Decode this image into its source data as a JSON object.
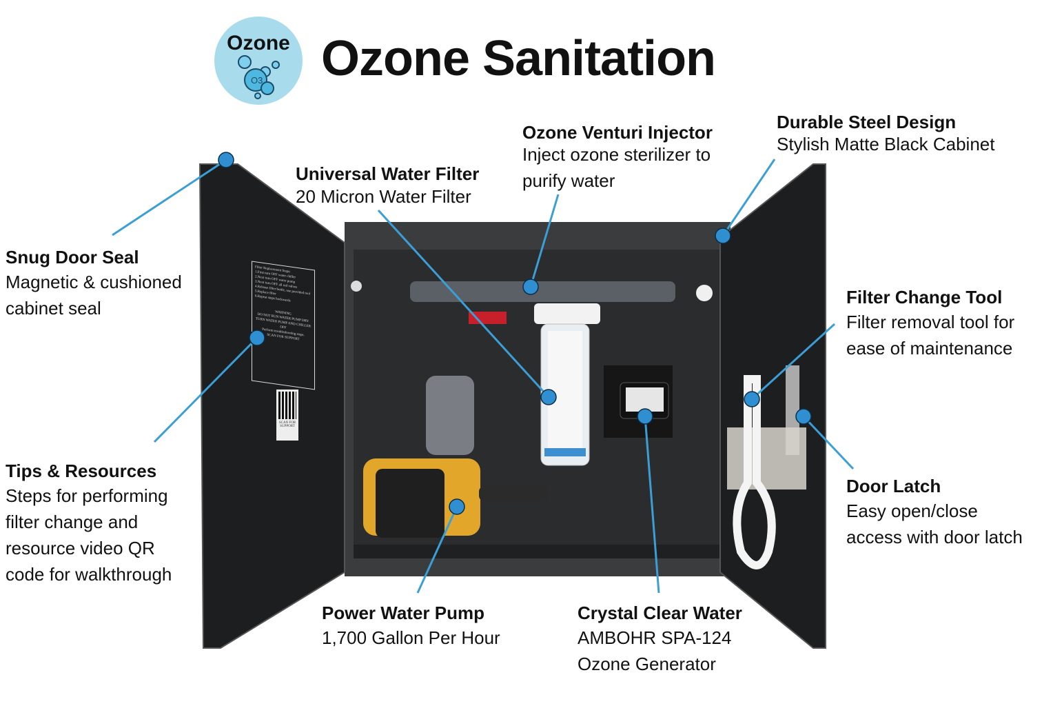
{
  "header": {
    "title": "Ozone Sanitation",
    "logo": {
      "text": "Ozone",
      "subscript": "O3",
      "color": "#a8dcec"
    }
  },
  "accent": "#3b9fd6",
  "callouts": [
    {
      "id": "door-seal",
      "title": "Snug Door Seal",
      "lines": [
        "Magnetic & cushioned",
        "cabinet seal"
      ]
    },
    {
      "id": "tips",
      "title": "Tips & Resources",
      "lines": [
        "Steps for performing",
        "filter change and",
        "resource video QR",
        "code for walkthrough"
      ]
    },
    {
      "id": "water-filter",
      "title": "Universal Water Filter",
      "lines": [
        "20 Micron Water Filter"
      ]
    },
    {
      "id": "venturi",
      "title": "Ozone Venturi Injector",
      "lines": [
        "Inject ozone sterilizer to",
        "purify water"
      ]
    },
    {
      "id": "steel",
      "title": "Durable Steel Design",
      "lines": [
        "Stylish Matte Black Cabinet"
      ]
    },
    {
      "id": "filter-tool",
      "title": "Filter Change Tool",
      "lines": [
        "Filter removal tool for",
        "ease of maintenance"
      ]
    },
    {
      "id": "latch",
      "title": "Door Latch",
      "lines": [
        "Easy open/close",
        "access with door latch"
      ]
    },
    {
      "id": "pump",
      "title": "Power Water Pump",
      "lines": [
        "1,700 Gallon Per Hour"
      ]
    },
    {
      "id": "ozone-gen",
      "title": "Crystal Clear Water",
      "lines": [
        "AMBOHR SPA-124",
        "Ozone Generator"
      ]
    }
  ],
  "sticker": {
    "heading": "Filter Replacement Steps:",
    "steps": [
      "1.First turn OFF water chiller",
      "2.Next turn OFF water pump",
      "3.Next turn OFF all red valves",
      "4.Release filter bottle, use provided tool",
      "5.Replace filter",
      "6.Repeat steps backwards"
    ],
    "warning": "WARNING",
    "warning_lines": [
      "DO NOT RUN WATER PUMP DRY",
      "TURN WATER PUMP AND CHILLER OFF",
      "Perform troubleshooting steps.",
      "SCAN FOR SUPPORT"
    ],
    "qr_label": "SCAN FOR SUPPORT"
  }
}
